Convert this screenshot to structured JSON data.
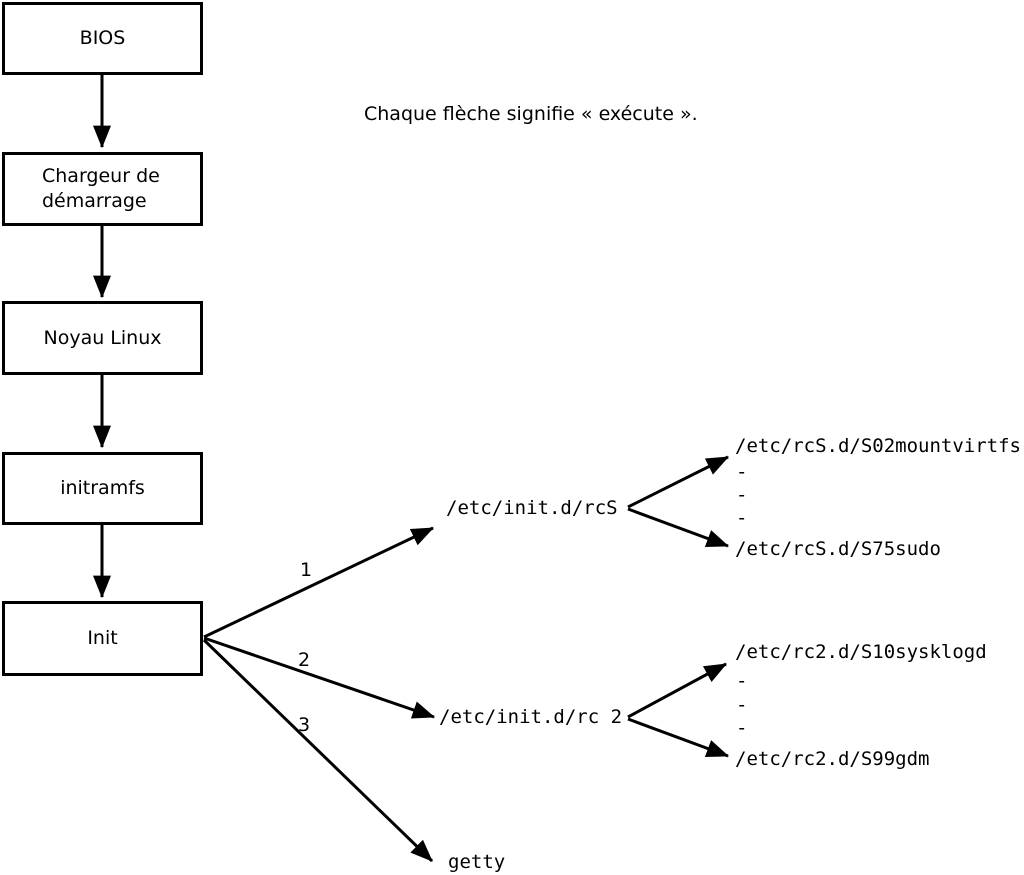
{
  "colors": {
    "line": "#000000",
    "background": "#ffffff",
    "box_fill": "#ffffff"
  },
  "note": {
    "text": "Chaque flèche signifie « exécute »."
  },
  "flow_boxes": [
    {
      "id": "bios",
      "label": "BIOS"
    },
    {
      "id": "boot-loader",
      "label": "Chargeur de\ndémarrage"
    },
    {
      "id": "linux-kernel",
      "label": "Noyau Linux"
    },
    {
      "id": "initramfs",
      "label": "initramfs"
    },
    {
      "id": "init",
      "label": "Init"
    }
  ],
  "init_edges": [
    {
      "label": "1",
      "target": "/etc/init.d/rcS"
    },
    {
      "label": "2",
      "target": "/etc/init.d/rc 2"
    },
    {
      "label": "3",
      "target": "getty"
    }
  ],
  "rcs_scripts": {
    "first": "/etc/rcS.d/S02mountvirtfs",
    "dashes": [
      "-",
      "-",
      "-"
    ],
    "last": "/etc/rcS.d/S75sudo"
  },
  "rc2_scripts": {
    "first": "/etc/rc2.d/S10sysklogd",
    "dashes": [
      "-",
      "-",
      "-"
    ],
    "last": "/etc/rc2.d/S99gdm"
  }
}
